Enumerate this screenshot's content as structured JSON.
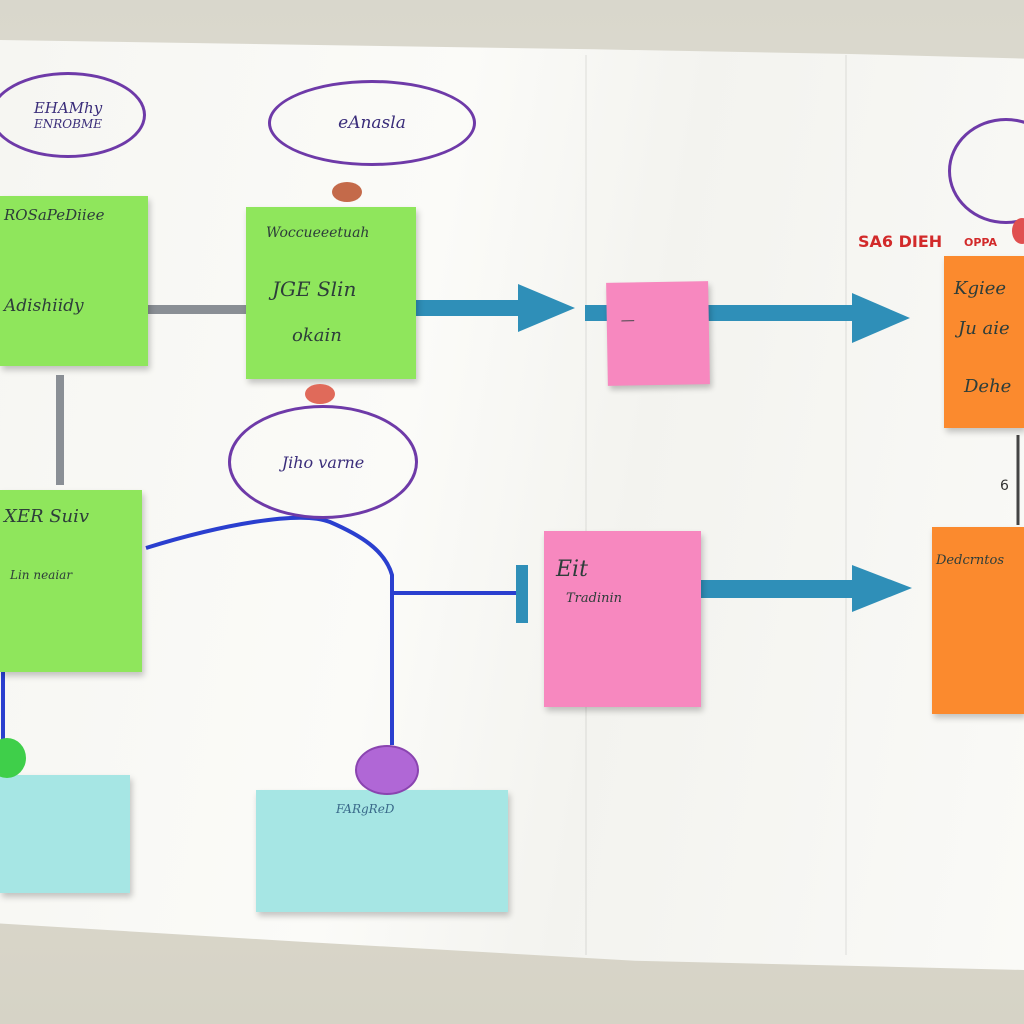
{
  "bubbles": [
    {
      "id": "top-left",
      "line1": "EHAMhy",
      "line2": "ENROBME"
    },
    {
      "id": "top-middle",
      "line1": "eAnasla"
    },
    {
      "id": "middle",
      "line1": "Jiho varne"
    },
    {
      "id": "top-right",
      "line1": ""
    }
  ],
  "notes": {
    "green_top_left": {
      "title": "ROSaPeDiiee",
      "body": "Adishiidy"
    },
    "green_top_middle": {
      "title": "Woccueeetuah",
      "line2": "JGE Slin",
      "line3": "okain"
    },
    "pink_top": {
      "text": "—"
    },
    "orange_top_right": {
      "line1": "Kgiee",
      "line2": "Ju aie",
      "line3": "Dehe"
    },
    "green_bottom_left": {
      "title": "XER Suiv",
      "body": "Lin neaiar"
    },
    "pink_middle": {
      "title": "Eit",
      "body": "Tradinin"
    },
    "orange_bottom_right": {
      "text": "Dedcrntos"
    },
    "cyan_bottom_left": {
      "text": ""
    },
    "cyan_bottom_middle": {
      "text": "FARgReD"
    }
  },
  "labels": {
    "red_top_right": "SA6 DIEH",
    "red_top_right_small": "OPPA",
    "side_mark": "6"
  },
  "colors": {
    "green": "#8fe65c",
    "pink": "#f788bf",
    "orange": "#fb8a2e",
    "cyan": "#a6e6e4",
    "arrow_teal": "#2f8fb8",
    "connector_blue": "#2a3fcf",
    "bubble_purple": "#6e3aa8"
  }
}
